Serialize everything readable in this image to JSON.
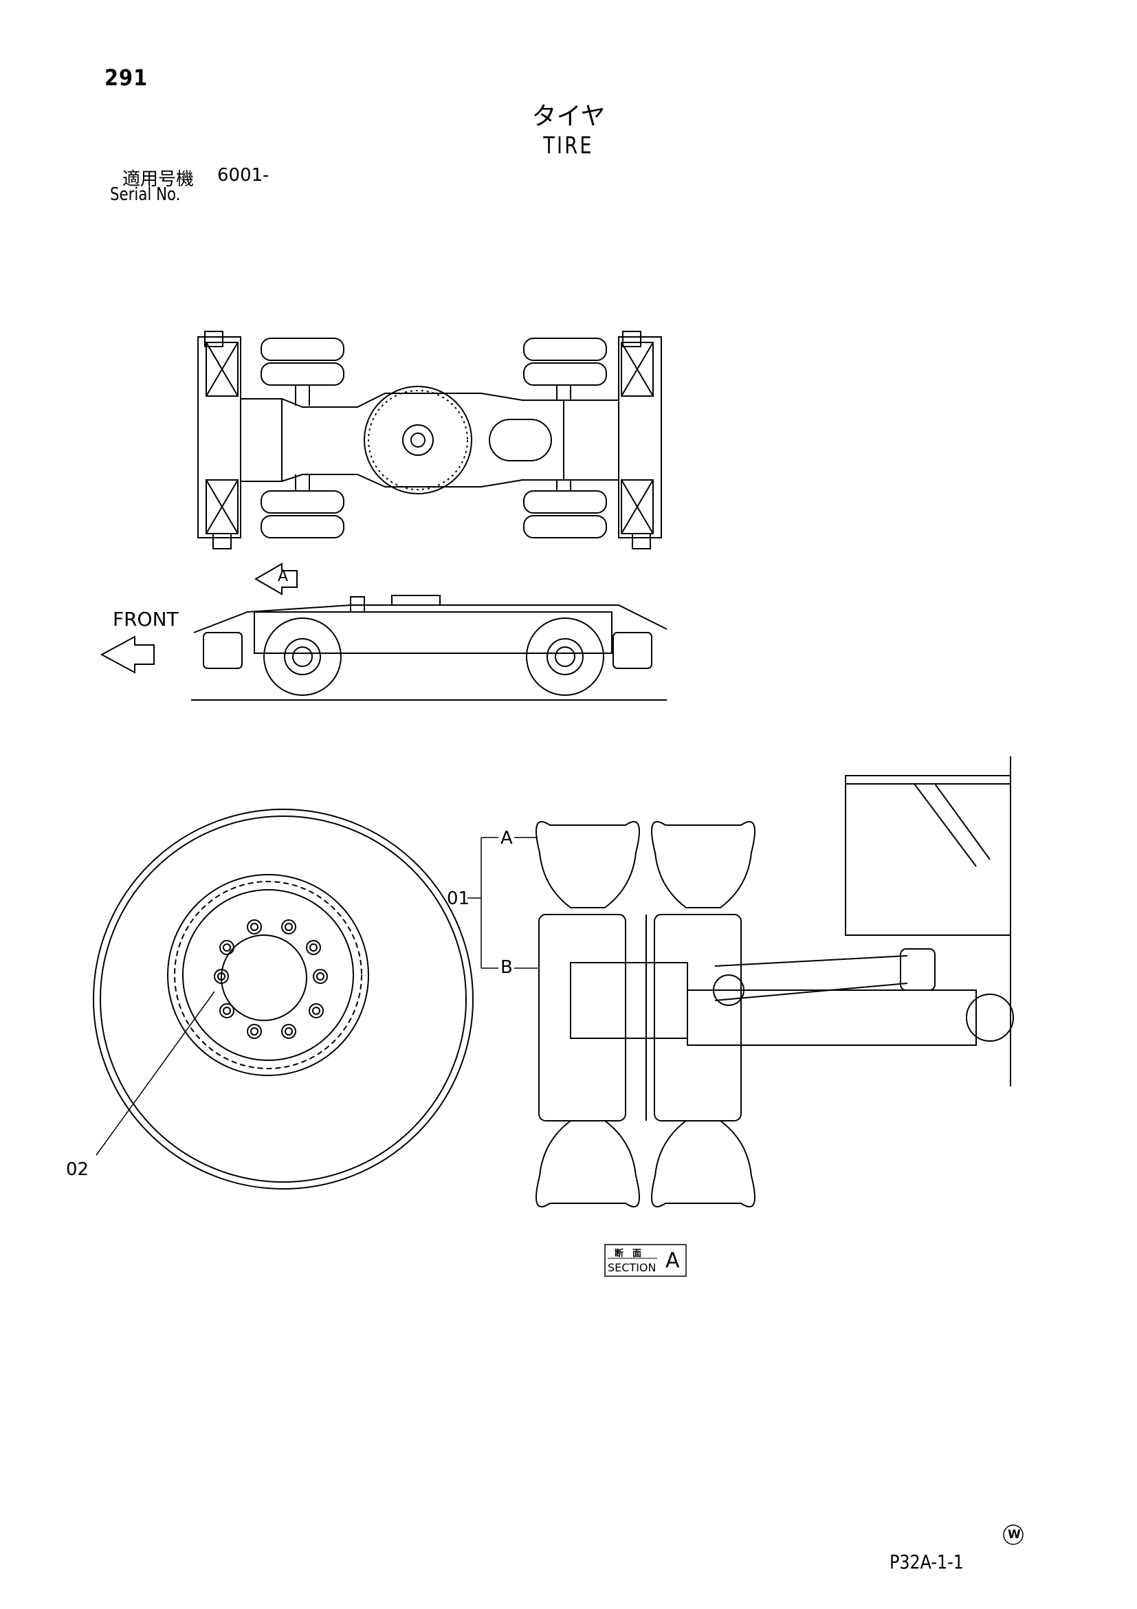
{
  "page_number": "291",
  "title_jp": "タイヤ",
  "title_en": "TIRE",
  "serial": {
    "label_jp": "適用号機",
    "value": "6001-",
    "label_en": "Serial No."
  },
  "callouts": {
    "front": "FRONT",
    "view_arrow": "A",
    "item_01": "01",
    "item_02": "02",
    "leader_a": "A",
    "leader_b": "B"
  },
  "section_box": {
    "jp": "断　面",
    "en": "SECTION",
    "letter": "A"
  },
  "w_mark": "W",
  "page_code": "P32A-1-1"
}
